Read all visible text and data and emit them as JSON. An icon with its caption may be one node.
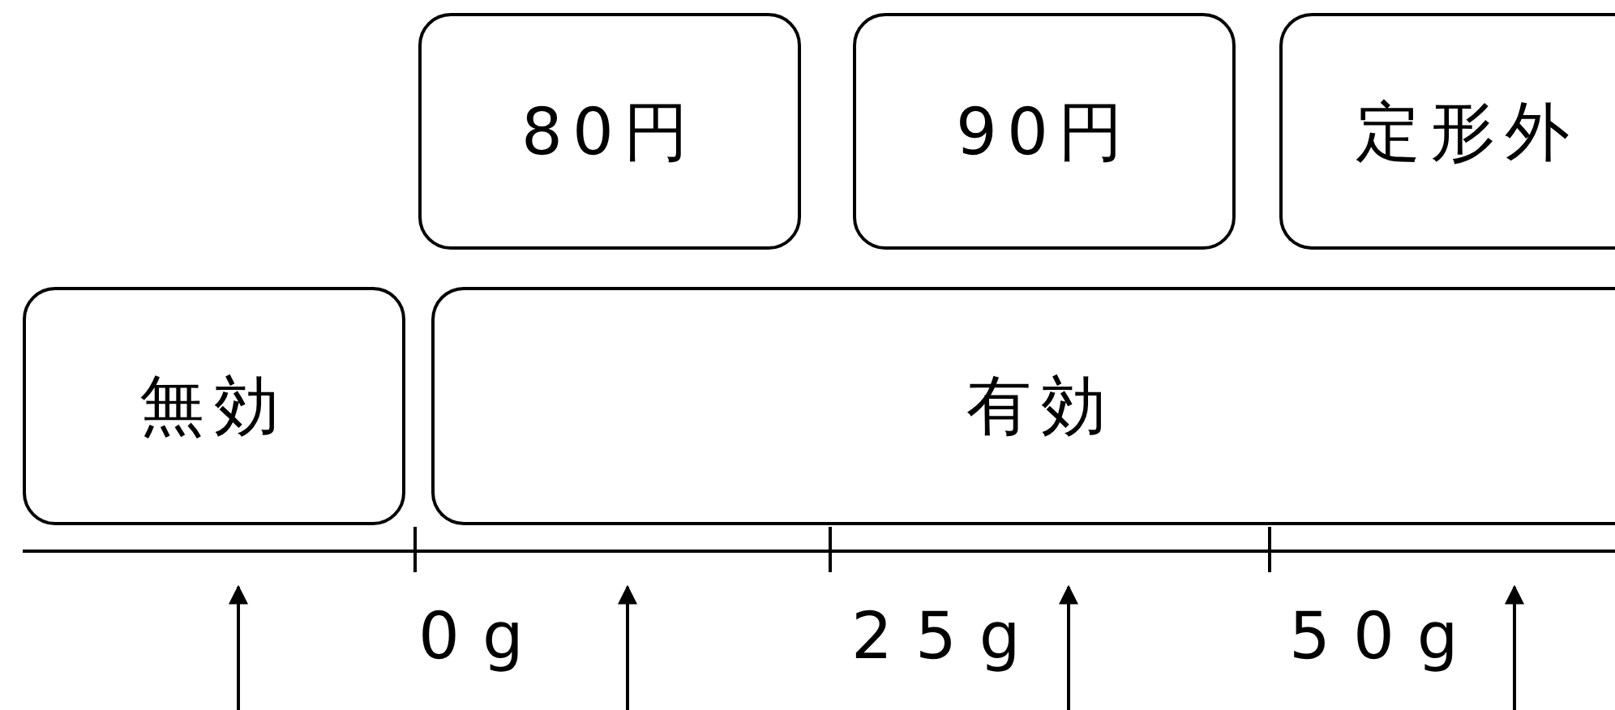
{
  "diagram": {
    "nodes": [
      {
        "text": [
          "80円"
        ]
      },
      {
        "text": [
          "90円"
        ]
      },
      {
        "text": [
          "定形外"
        ]
      },
      {
        "text": [
          "無効"
        ]
      },
      {
        "text": [
          "有効"
        ]
      }
    ],
    "labels": [
      "0g",
      "25g",
      "50g"
    ]
  }
}
